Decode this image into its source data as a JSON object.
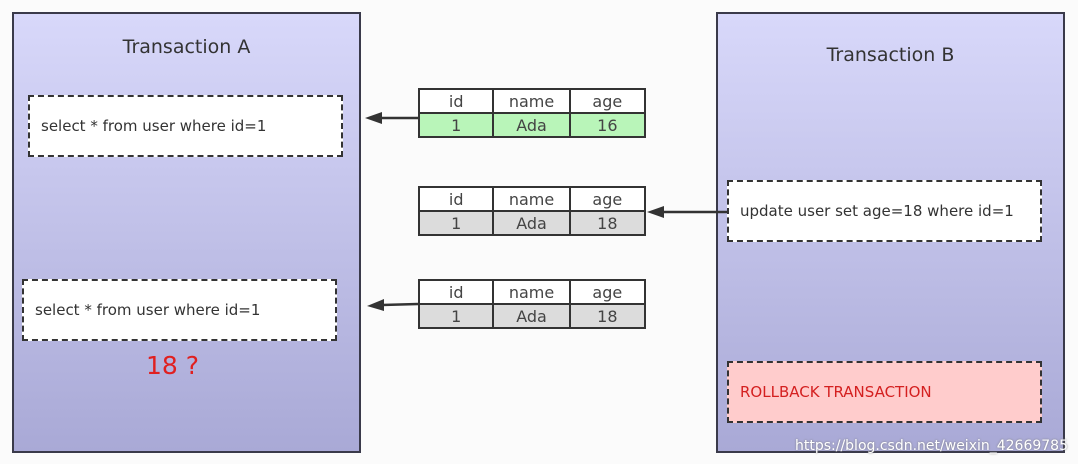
{
  "transaction_a": {
    "title": "Transaction A",
    "query1": "select * from user where id=1",
    "query2": "select * from user where id=1",
    "result_note": "18 ?"
  },
  "transaction_b": {
    "title": "Transaction B",
    "update": "update user set age=18 where id=1",
    "rollback": "ROLLBACK TRANSACTION"
  },
  "tables": [
    {
      "headers": [
        "id",
        "name",
        "age"
      ],
      "row": [
        "1",
        "Ada",
        "16"
      ]
    },
    {
      "headers": [
        "id",
        "name",
        "age"
      ],
      "row": [
        "1",
        "Ada",
        "18"
      ]
    },
    {
      "headers": [
        "id",
        "name",
        "age"
      ],
      "row": [
        "1",
        "Ada",
        "18"
      ]
    }
  ],
  "colors": {
    "green_row": "#b9f5b9",
    "gray_row": "#dcdcdc",
    "rollback_bg": "#ffcccc",
    "rollback_text": "#d42020",
    "panel_top": "#d8d8fa",
    "panel_bottom": "#a9a9d6"
  },
  "watermark": "https://blog.csdn.net/weixin_42669785"
}
